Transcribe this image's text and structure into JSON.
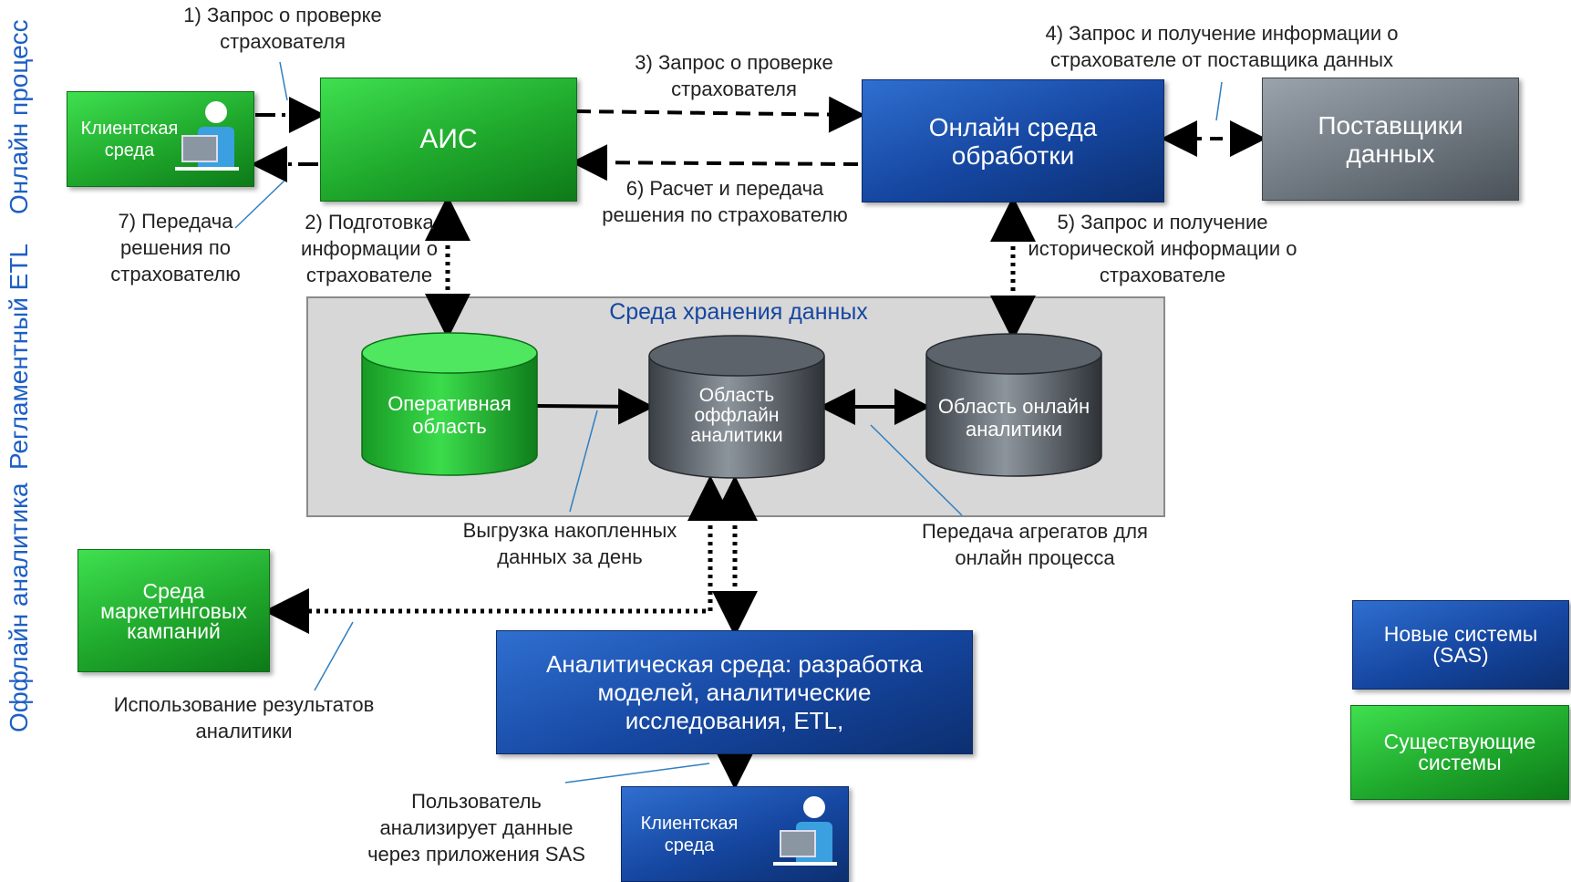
{
  "lanes": {
    "online": "Онлайн процесс",
    "etl": "Регламентный ETL",
    "offline": "Оффлайн аналитика"
  },
  "nodes": {
    "client_top": "Клиентская\nсреда",
    "ais": "АИС",
    "online_env": "Онлайн среда\nобработки",
    "providers": "Поставщики\nданных",
    "storage_title": "Среда хранения данных",
    "operational": "Оперативная\nобласть",
    "offline_analytics": "Область\nоффлайн\nаналитики",
    "online_analytics": "Область онлайн\nаналитики",
    "marketing": "Среда\nмаркетинговых\nкампаний",
    "analytic_env": "Аналитическая среда: разработка\nмоделей, аналитические\nисследования, ETL,",
    "client_bottom": "Клиентская\nсреда"
  },
  "steps": {
    "s1": "1) Запрос о проверке\nстрахователя",
    "s2": "2) Подготовка\nинформации о\nстрахователе",
    "s3": "3) Запрос о проверке\nстрахователя",
    "s4": "4) Запрос и получение информации о\nстрахователе от поставщика данных",
    "s5": "5) Запрос и получение\nисторической информации о\nстрахователе",
    "s6": "6) Расчет и передача\nрешения по страхователю",
    "s7": "7) Передача\nрешения по\nстрахователю"
  },
  "notes": {
    "unload": "Выгрузка накопленных\nданных за день",
    "aggregates": "Передача агрегатов для\nонлайн процесса",
    "usage": "Использование результатов\nаналитики",
    "user": "Пользователь\nанализирует данные\nчерез приложения SAS"
  },
  "legend": {
    "new_systems": "Новые системы\n(SAS)",
    "existing_systems": "Существующие\nсистемы"
  },
  "colors": {
    "green": "#22b530",
    "blue": "#1546a0",
    "grey": "#6f7880",
    "lane_label": "#1d5fc4"
  }
}
